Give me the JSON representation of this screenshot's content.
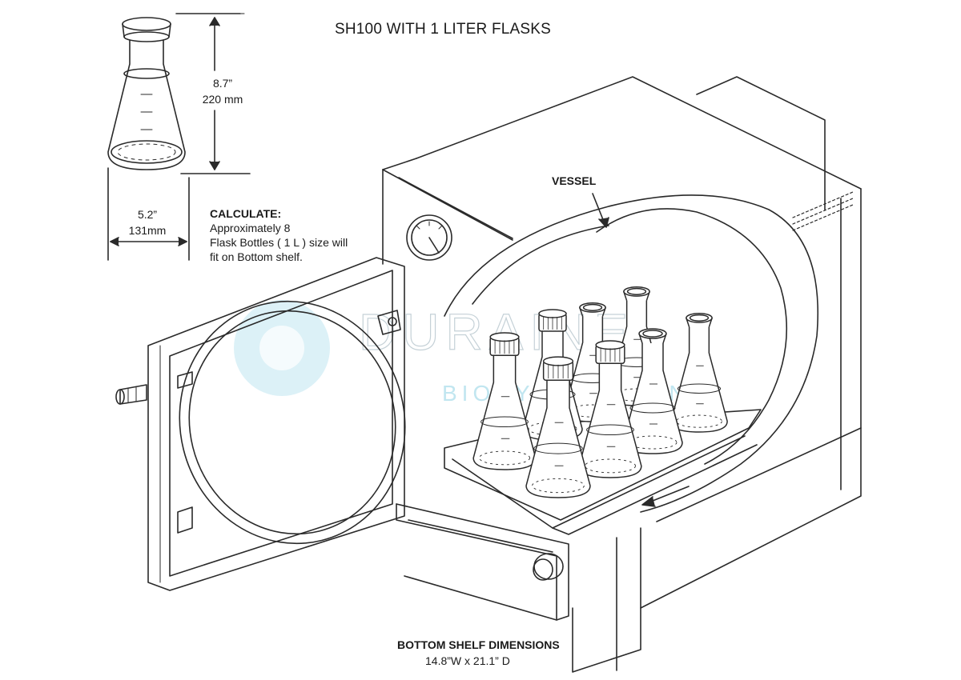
{
  "diagram": {
    "title": "SH100 WITH 1 LITER FLASKS",
    "flask_dimensions": {
      "height_in": "8.7”",
      "height_mm": "220 mm",
      "width_in": "5.2”",
      "width_mm": "131mm"
    },
    "calculate": {
      "heading": "CALCULATE:",
      "lines": [
        "Approximately  8",
        "Flask Bottles ( 1 L ) size will",
        "fit on Bottom shelf."
      ]
    },
    "vessel_label": "VESSEL",
    "bottom_shelf": {
      "heading": "BOTTOM SHELF DIMENSIONS",
      "value": "14.8”W x 21.1” D"
    },
    "watermark": {
      "line1": "DURAINE",
      "line2": "BIOSYSTEMS, INC",
      "color": "#8ecfe0"
    },
    "line_color": "#2a2a2a"
  }
}
